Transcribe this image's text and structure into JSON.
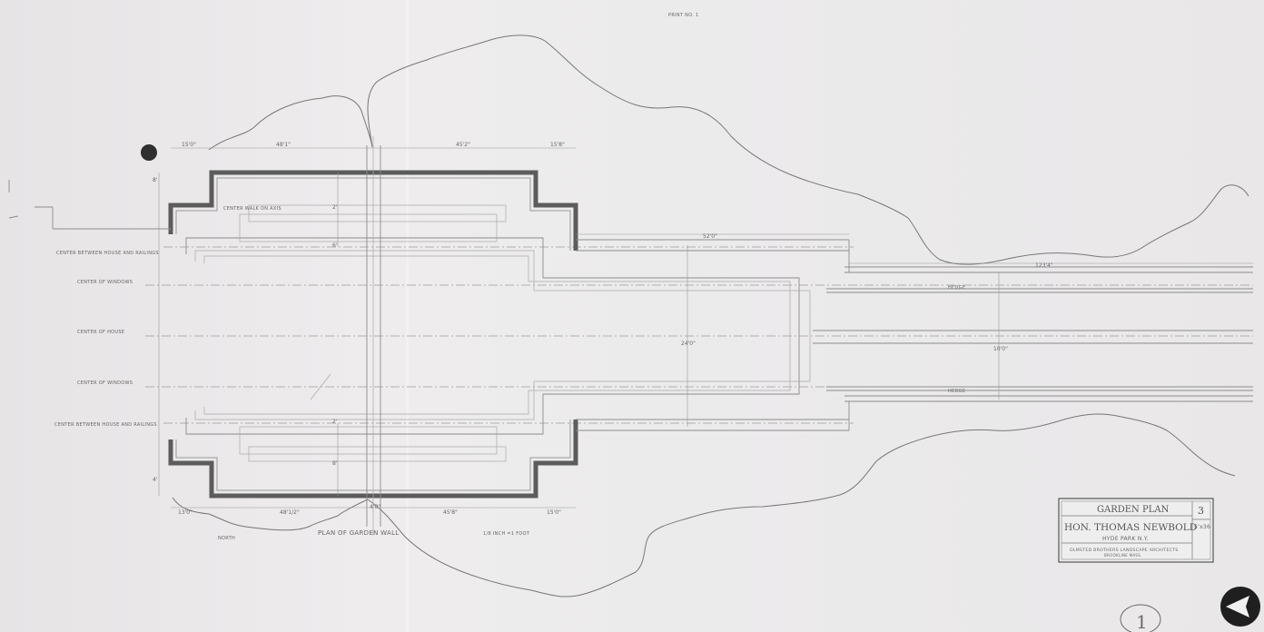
{
  "sheet": {
    "top_note": "PRINT NO. 1",
    "plan_title": "PLAN OF GARDEN WALL",
    "scale_note": "1/8 INCH =1 FOOT",
    "north_note": "NORTH",
    "sheet_circle": "1"
  },
  "centerlines": {
    "top_between": "CENTER BETWEEN HOUSE AND RAILINGS",
    "upper_window": "CENTER OF WINDOWS",
    "house": "CENTER OF HOUSE",
    "lower_window": "CENTER OF WINDOWS",
    "bottom_between": "CENTER BETWEEN HOUSE AND RAILINGS"
  },
  "labels": {
    "center_walk": "CENTER WALK ON AXIS",
    "hedge_top": "HEDGE",
    "hedge_bottom": "HEDGE"
  },
  "dimensions": {
    "top_left": "15'0\"",
    "top_mid_left": "48'1\"",
    "top_mid_right": "45'2\"",
    "top_right": "15'8\"",
    "run_upper": "52'0\"",
    "run_far": "123'4\"",
    "bottom_left": "13'0\"",
    "bottom_mid_left": "48'1/2\"",
    "bottom_center": "4'0\"",
    "bottom_mid_right": "45'8\"",
    "bottom_right": "15'0\"",
    "vert_1": "8'",
    "vert_2": "2'",
    "vert_3": "6'",
    "vert_4": "2'",
    "vert_5": "8'",
    "vert_6": "4'",
    "span_inner": "24'0\"",
    "span_outer": "10'0\""
  },
  "title_block": {
    "title": "GARDEN PLAN",
    "client": "HON. THOMAS NEWBOLD",
    "location": "HYDE PARK N.Y.",
    "firm": "OLMSTED BROTHERS LANDSCAPE ARCHITECTS",
    "firm_address": "BROOKLINE MASS.",
    "drawing_number": "3",
    "file_number": "5'x36"
  }
}
